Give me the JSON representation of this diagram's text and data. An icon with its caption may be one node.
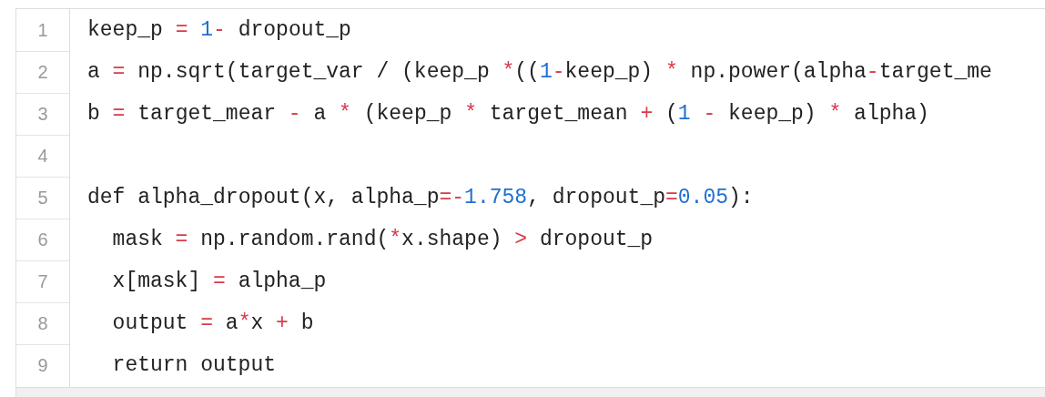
{
  "diagram": {
    "labels": [
      "1",
      "keep_p = 1- dropout_p",
      "2",
      "a = np.sqrt(target_var / (keep_p *((1-keep_p) * np.power(alpha-target_me",
      "3",
      "b = target_mear - a * (keep_p * target_mean + (1 - keep_p) * alpha)",
      "4",
      "5",
      "def alpha_dropout(x, alpha_p=-1.758, dropout_p=0.05):",
      "6",
      "mask = np.random.rand(*x.shape) > dropout_p",
      "7",
      "x[mask] = alpha_p",
      "8",
      "output = a*x + b",
      "9",
      "return output"
    ]
  }
}
